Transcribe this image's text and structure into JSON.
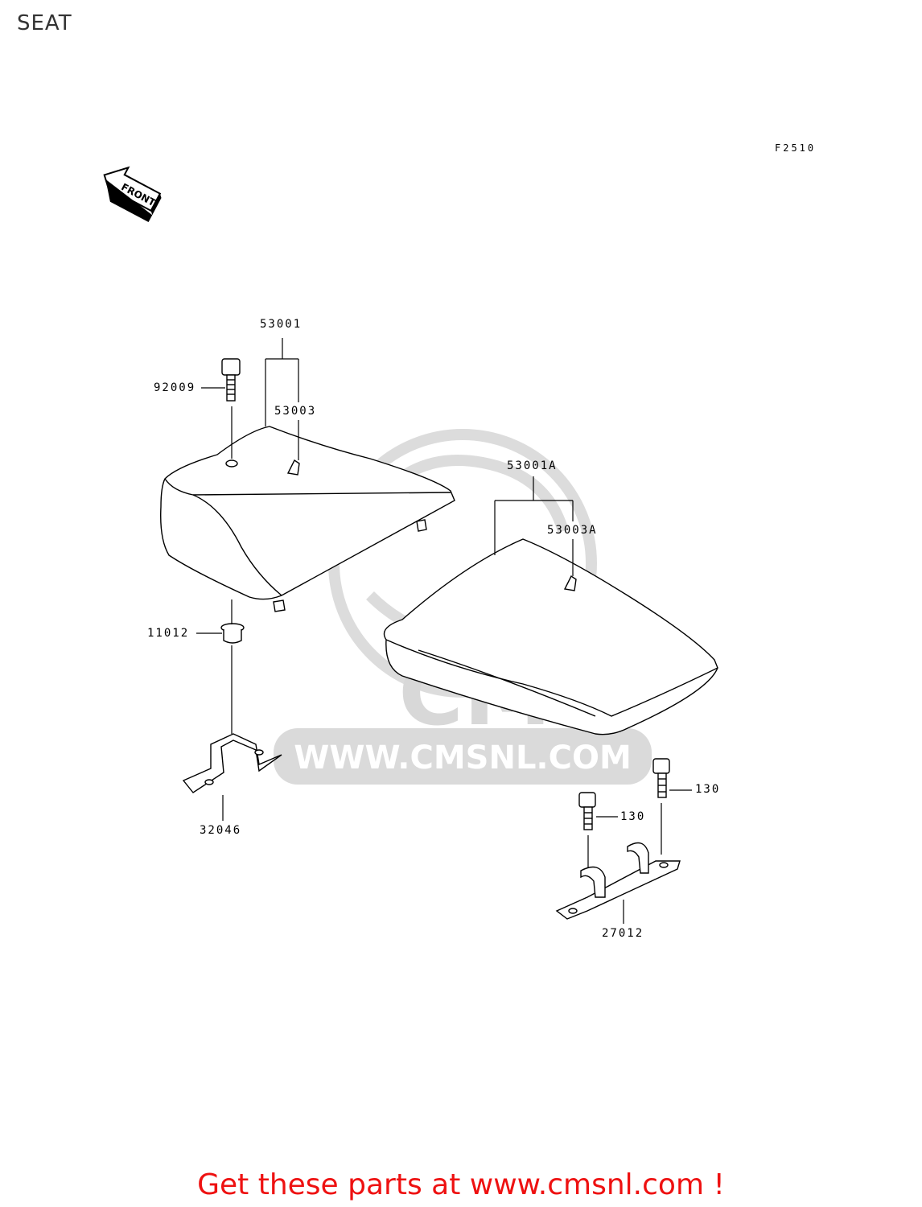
{
  "page_title": "SEAT",
  "figure_code": "F2510",
  "front_arrow_label": "FRONT",
  "callouts": {
    "p53001": "53001",
    "p53003": "53003",
    "p92009": "92009",
    "p11012": "11012",
    "p32046": "32046",
    "p53001A": "53001A",
    "p53003A": "53003A",
    "p130a": "130",
    "p130b": "130",
    "p27012": "27012"
  },
  "watermark": {
    "brand": "CMS",
    "url": "WWW.CMSNL.COM"
  },
  "cta_text": "Get these parts at www.cmsnl.com !",
  "colors": {
    "cta": "#ee1111",
    "watermark": "#d8d8d8",
    "line": "#000000"
  }
}
